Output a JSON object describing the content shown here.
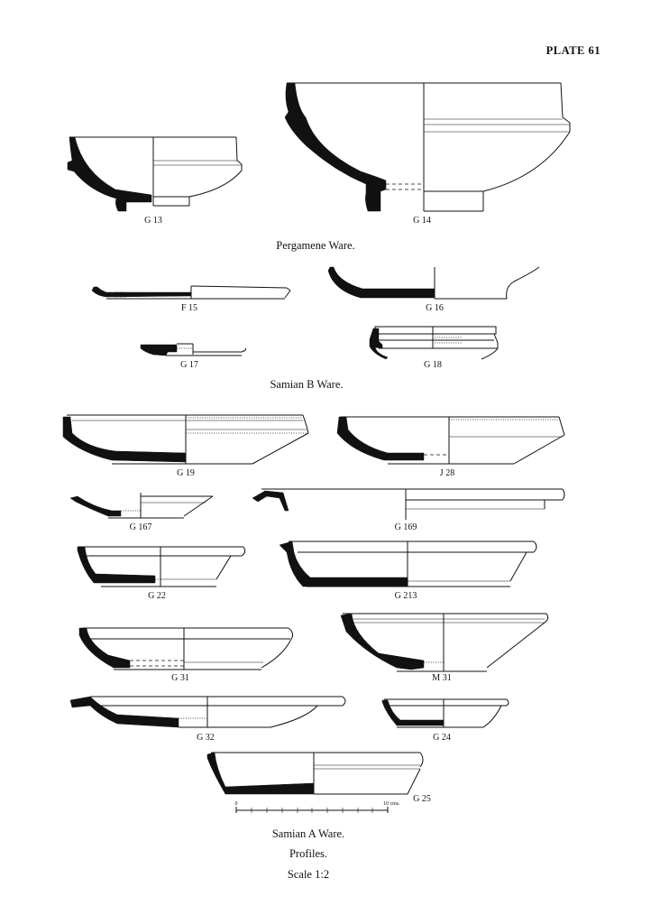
{
  "plate": {
    "title": "PLATE 61"
  },
  "labels": {
    "g13": "G 13",
    "g14": "G 14",
    "f15": "F 15",
    "g16": "G 16",
    "g17": "G 17",
    "g18": "G 18",
    "g19": "G 19",
    "j28": "J 28",
    "g167": "G 167",
    "g169": "G 169",
    "g22": "G 22",
    "g213": "G 213",
    "g31": "G 31",
    "m31": "M 31",
    "g32": "G 32",
    "g24": "G 24",
    "g25": "G 25"
  },
  "captions": {
    "pergamene": "Pergamene Ware.",
    "samian_b": "Samian B Ware.",
    "samian_a": "Samian A Ware.",
    "profiles": "Profiles.",
    "scale": "Scale 1:2"
  },
  "scale_bar": {
    "start": "0",
    "end": "10 cms."
  }
}
